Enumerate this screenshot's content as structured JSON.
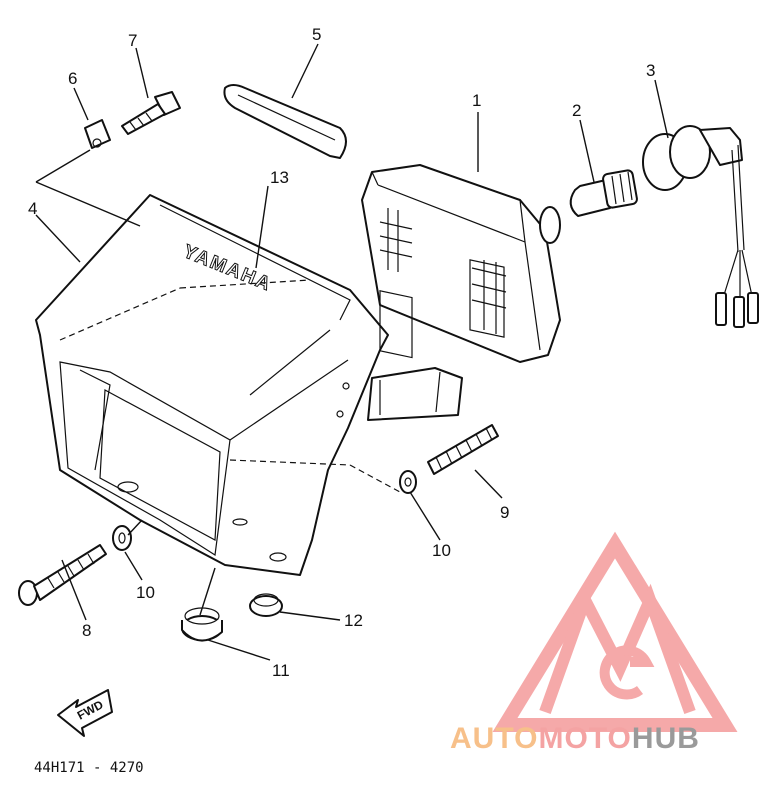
{
  "diagram": {
    "callouts": [
      "1",
      "2",
      "3",
      "4",
      "5",
      "6",
      "7",
      "8",
      "9",
      "10",
      "10",
      "11",
      "12",
      "13"
    ],
    "emblem_text": "YAMAHA",
    "fwd_label": "FWD",
    "part_code": "44H171 - 4270"
  },
  "watermark": {
    "part1": "AUTO",
    "part2": "MOTO",
    "part3": "HUB",
    "colors": {
      "auto": "#f7c08a",
      "moto": "#f4a3a3",
      "hub": "#9a9a9a",
      "logo": "#f4a0a0"
    }
  }
}
